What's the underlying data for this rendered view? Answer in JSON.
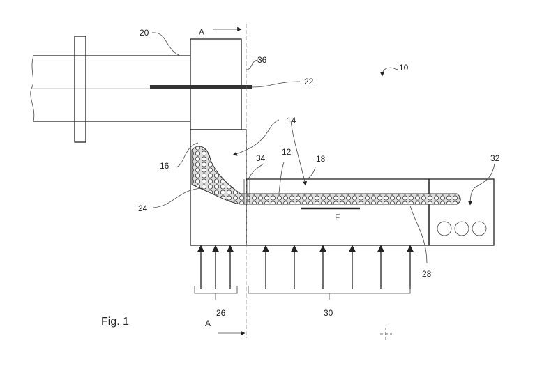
{
  "figure": {
    "caption": "Fig. 1",
    "section_label_top": "A",
    "section_label_bottom": "A",
    "flow_label": "F"
  },
  "reference_numerals": {
    "overall": "10",
    "layer": "12",
    "arrows": "14",
    "inlet_chamber": "16",
    "channel_block": "18",
    "pipe": "20",
    "rod": "22",
    "material_mass": "24",
    "inlet_arrows_group": "26",
    "strand": "28",
    "channel_arrows_group": "30",
    "outlet_chamber": "32",
    "boundary": "34",
    "housing": "36"
  },
  "colors": {
    "line": "#222222",
    "background": "#ffffff"
  }
}
